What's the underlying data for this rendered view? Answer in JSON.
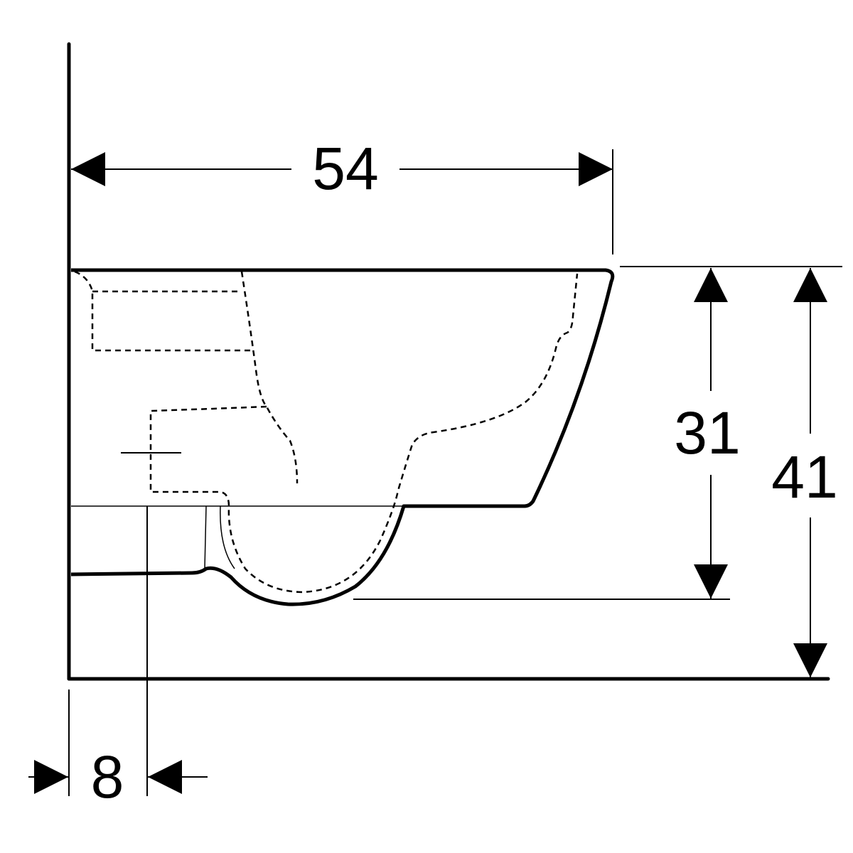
{
  "drawing": {
    "line_color": "#000000",
    "background": "#ffffff",
    "dimensions": {
      "depth": "54",
      "bowl_height": "31",
      "total_height": "41",
      "wall_offset": "8"
    }
  }
}
